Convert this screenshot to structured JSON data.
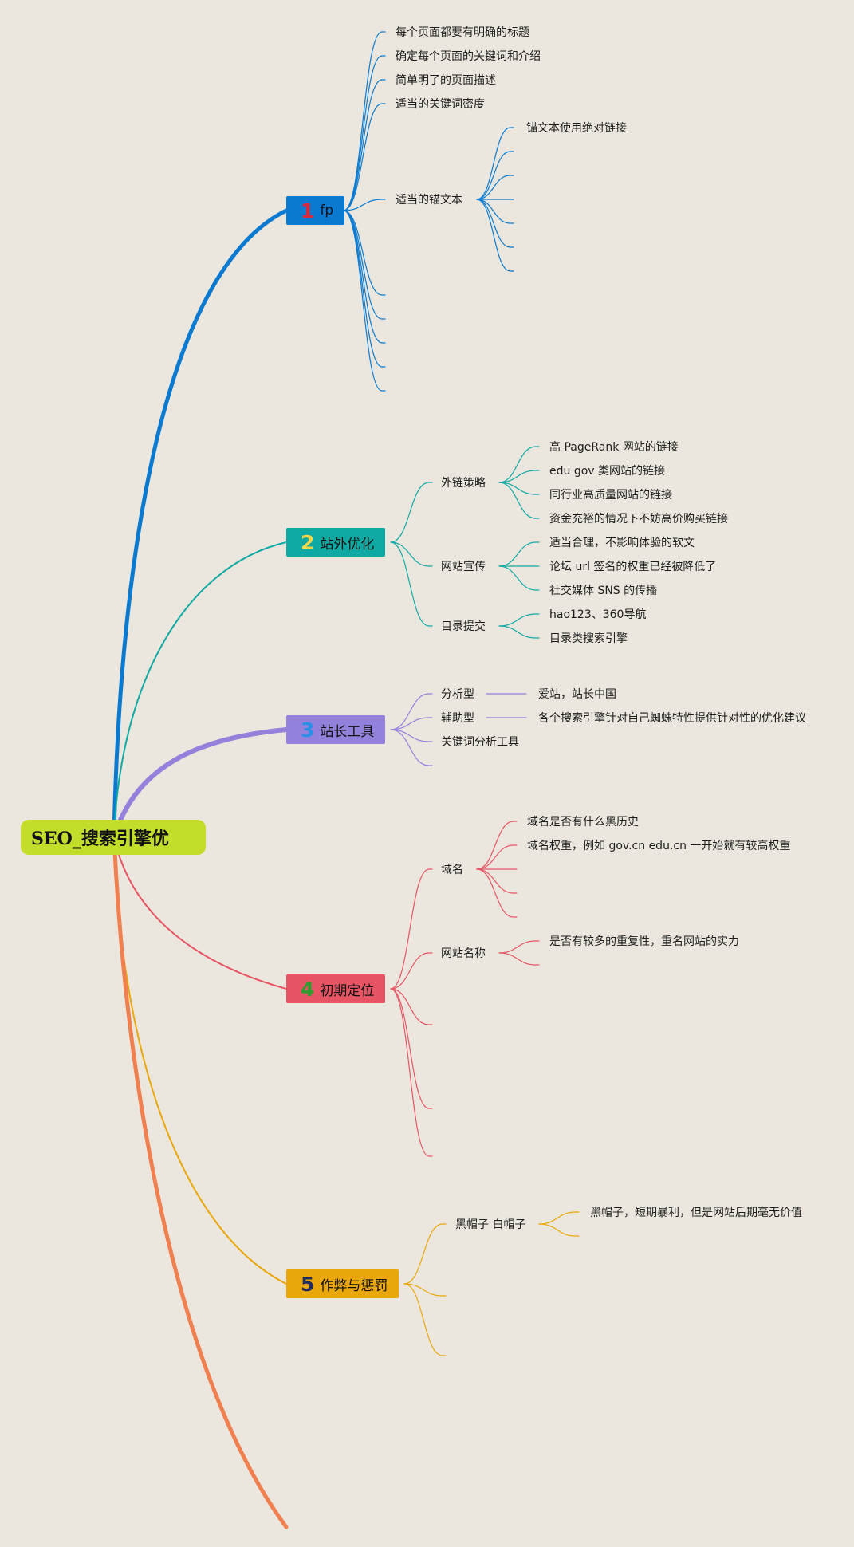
{
  "root": {
    "label": "SEO_搜索引擎优"
  },
  "branches": [
    {
      "num": "1",
      "label": "fp",
      "color": "#0a7ad0",
      "num_color": "#d8283c"
    },
    {
      "num": "2",
      "label": "站外优化",
      "color": "#0fa9a3",
      "num_color": "#f2d64b"
    },
    {
      "num": "3",
      "label": "站长工具",
      "color": "#9381dc",
      "num_color": "#2b8fe6"
    },
    {
      "num": "4",
      "label": "初期定位",
      "color": "#e75564",
      "num_color": "#2f9c2f"
    },
    {
      "num": "5",
      "label": "作弊与惩罚",
      "color": "#eaa70a",
      "num_color": "#1e2c5c"
    }
  ],
  "extra_branch_color": "#f08050",
  "labels": {
    "b1": {
      "items": [
        "每个页面都要有明确的标题",
        "确定每个页面的关键词和介绍",
        "简单明了的页面描述",
        "适当的关键词密度"
      ],
      "anchor": "适当的锚文本",
      "anchor_child": "锚文本使用绝对链接"
    },
    "b2": {
      "g1": "外链策略",
      "g1_items": [
        "高 PageRank 网站的链接",
        "edu gov 类网站的链接",
        "同行业高质量网站的链接",
        "资金充裕的情况下不妨高价购买链接"
      ],
      "g2": "网站宣传",
      "g2_items": [
        "适当合理，不影响体验的软文",
        "论坛 url 签名的权重已经被降低了",
        "社交媒体 SNS 的传播"
      ],
      "g3": "目录提交",
      "g3_items": [
        "hao123、360导航",
        "目录类搜索引擎"
      ]
    },
    "b3": {
      "g1": "分析型",
      "g1_child": "爱站，站长中国",
      "g2": "辅助型",
      "g2_child": "各个搜索引擎针对自己蜘蛛特性提供针对性的优化建议",
      "g3": "关键词分析工具"
    },
    "b4": {
      "g1": "域名",
      "g1_items": [
        "域名是否有什么黑历史",
        "域名权重，例如 gov.cn edu.cn 一开始就有较高权重"
      ],
      "g2": "网站名称",
      "g2_items": [
        "是否有较多的重复性，重名网站的实力"
      ]
    },
    "b5": {
      "g1": "黑帽子 白帽子",
      "g1_items": [
        "黑帽子，短期暴利，但是网站后期毫无价值"
      ]
    }
  }
}
